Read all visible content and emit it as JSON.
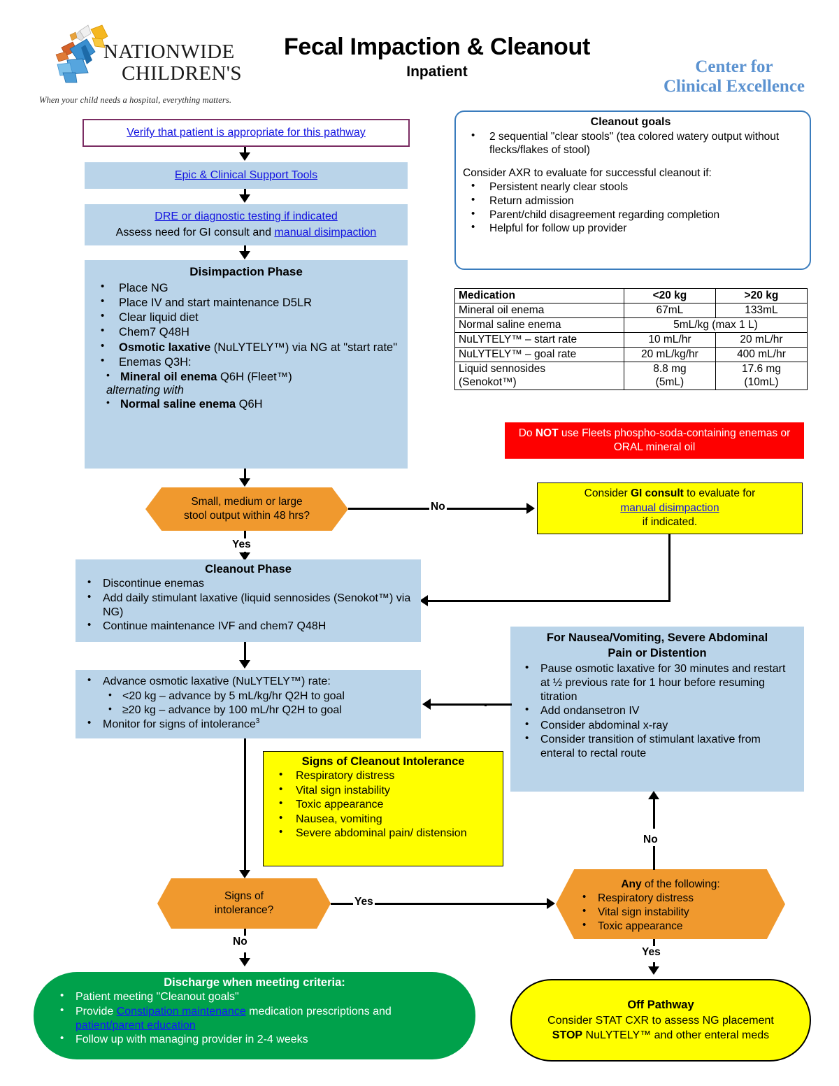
{
  "header": {
    "logo": {
      "line1": "NATIONWIDE",
      "line2": "CHILDREN'S",
      "tagline": "When your child needs a hospital, everything matters."
    },
    "title": "Fecal Impaction & Cleanout",
    "subtitle": "Inpatient",
    "center_line1": "Center for",
    "center_line2": "Clinical Excellence"
  },
  "verify": {
    "text": "Verify that patient is appropriate for this pathway"
  },
  "epic": {
    "text": "Epic & Clinical Support Tools"
  },
  "dre": {
    "line1": "DRE or diagnostic testing if indicated",
    "line2_pre": "Assess need for GI consult and ",
    "line2_link": "manual disimpaction"
  },
  "disimpaction": {
    "heading": "Disimpaction Phase",
    "items": [
      "Place NG",
      "Place IV and start maintenance D5LR",
      "Clear liquid diet",
      "Chem7 Q48H"
    ],
    "osmotic_bold": "Osmotic laxative",
    "osmotic_rest": " (NuLYTELY™) via NG at \"start rate\"",
    "enemas": "Enemas Q3H:",
    "enema1_bold": "Mineral oil enema",
    "enema1_rest": " Q6H (Fleet™)",
    "alternating": "alternating with",
    "enema2_bold": "Normal saline enema",
    "enema2_rest": " Q6H"
  },
  "goals": {
    "heading": "Cleanout goals",
    "bullet1": "2 sequential \"clear stools\" (tea colored watery output without flecks/flakes of stool)",
    "axr_intro": "Consider AXR to evaluate for successful cleanout if:",
    "axr_items": [
      "Persistent nearly clear stools",
      "Return admission",
      "Parent/child disagreement regarding completion",
      "Helpful for follow up provider"
    ]
  },
  "med_table": {
    "headers": [
      "Medication",
      "<20 kg",
      ">20 kg"
    ],
    "rows": [
      {
        "med": "Mineral oil enema",
        "small": "67mL",
        "large": "133mL",
        "span": false
      },
      {
        "med": "Normal saline enema",
        "both": "5mL/kg (max 1 L)",
        "span": true
      },
      {
        "med": "NuLYTELY™ – start rate",
        "small": "10 mL/hr",
        "large": "20 mL/hr",
        "span": false
      },
      {
        "med": "NuLYTELY™ – goal rate",
        "small": "20 mL/kg/hr",
        "large": "400 mL/hr",
        "span": false
      },
      {
        "med": "Liquid sennosides (Senokot™)",
        "small": "8.8 mg (5mL)",
        "large": "17.6 mg (10mL)",
        "span": false
      }
    ]
  },
  "warning": {
    "pre": "Do ",
    "bold": "NOT",
    "post": " use Fleets phospho-soda-containing enemas or ORAL mineral oil"
  },
  "gi_consult": {
    "line1_pre": "Consider ",
    "line1_bold": "GI consult",
    "line1_post": " to evaluate for",
    "link": "manual disimpaction",
    "line3": "if indicated."
  },
  "hex_stool": {
    "line1": "Small, medium or large",
    "line2": "stool output within 48 hrs?"
  },
  "cleanout_phase": {
    "heading": "Cleanout Phase",
    "items": [
      "Discontinue enemas",
      "Add daily stimulant laxative (liquid sennosides (Senokot™) via NG)",
      "Continue maintenance IVF and chem7 Q48H"
    ]
  },
  "advance": {
    "line1": "Advance osmotic laxative (NuLYTELY™) rate:",
    "sub1": "<20 kg – advance by 5 mL/kg/hr Q2H to goal",
    "sub2": "≥20 kg – advance by 100 mL/hr Q2H to goal",
    "line2": "Monitor for signs of intolerance",
    "line2_sup": "3"
  },
  "nausea": {
    "heading_line1": "For Nausea/Vomiting, Severe Abdominal",
    "heading_line2": "Pain or Distention",
    "items": [
      "Pause osmotic laxative for 30 minutes and restart at ½ previous rate for 1 hour before resuming titration",
      "Add ondansetron IV",
      "Consider abdominal x-ray",
      "Consider transition of stimulant laxative from enteral to rectal route"
    ]
  },
  "signs_box": {
    "heading": "Signs of Cleanout Intolerance",
    "items": [
      "Respiratory distress",
      "Vital sign instability",
      "Toxic appearance",
      "Nausea, vomiting",
      "Severe abdominal pain/ distension"
    ]
  },
  "hex_intol": {
    "line1": "Signs of",
    "line2": "intolerance?"
  },
  "hex_any": {
    "heading_bold": "Any",
    "heading_rest": " of the following:",
    "items": [
      "Respiratory distress",
      "Vital sign instability",
      "Toxic appearance"
    ]
  },
  "discharge": {
    "heading": "Discharge when meeting criteria:",
    "item1": "Patient meeting \"Cleanout goals\"",
    "item2_pre": "Provide ",
    "item2_link1": "Constipation maintenance",
    "item2_mid": " medication prescriptions and ",
    "item2_link2": "patient/parent education",
    "item3": "Follow up with managing provider in 2-4 weeks"
  },
  "off_pathway": {
    "heading": "Off Pathway",
    "line1": "Consider STAT CXR to assess NG placement",
    "line2_bold": "STOP",
    "line2_rest": " NuLYTELY™ and other enteral meds"
  },
  "edge_labels": {
    "no_stool": "No",
    "yes_stool": "Yes",
    "yes_intol": "Yes",
    "no_intol": "No",
    "no_any": "No",
    "yes_any": "Yes"
  },
  "colors": {
    "blue_box": "#bad4e9",
    "orange_hex": "#f0992e",
    "yellow": "#ffff00",
    "red": "#fe0000",
    "green": "#00a14b",
    "purple_border": "#7b2d63",
    "link_blue": "#1414e0",
    "cce_blue": "#5b92d0"
  }
}
